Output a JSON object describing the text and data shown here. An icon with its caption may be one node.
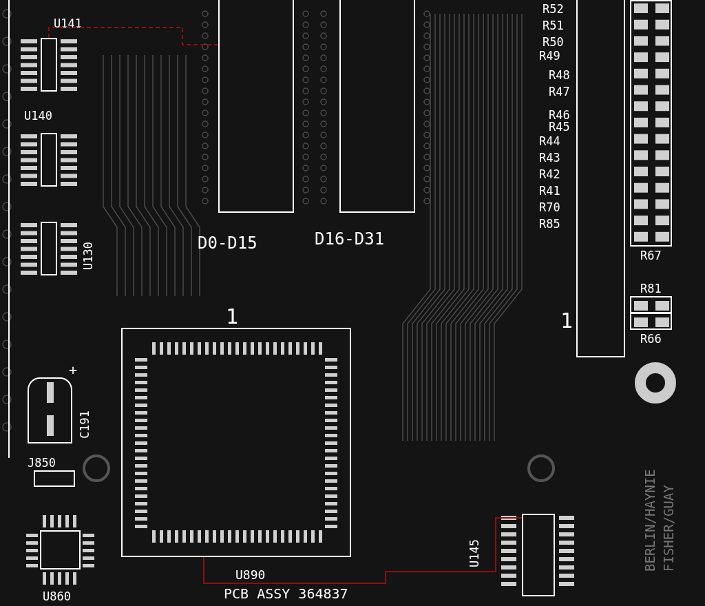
{
  "diagram": {
    "nodes": [
      {
        "text": [
          "D0-D15"
        ]
      },
      {
        "text": [
          "D16-D31"
        ]
      },
      {
        "text": [
          "1",
          "U890"
        ]
      },
      {
        "text": [
          "1"
        ]
      },
      {
        "text": [
          "R67"
        ]
      },
      {
        "text": [
          "R81"
        ]
      },
      {
        "text": [
          "R66"
        ]
      },
      {
        "text": [
          "U141"
        ]
      },
      {
        "text": [
          "U140"
        ]
      },
      {
        "text": [
          "U130"
        ]
      },
      {
        "text": [
          "+",
          "C191"
        ]
      },
      {
        "text": [
          "J850"
        ]
      },
      {
        "text": [
          "U860"
        ]
      },
      {
        "text": [
          "U145"
        ]
      }
    ],
    "edges": [
      {
        "from": 7,
        "to": 0,
        "arrow": "none",
        "style": "dashed",
        "color": "#8b1010"
      },
      {
        "from": 2,
        "to": 13,
        "arrow": "none",
        "color": "#8b1010"
      }
    ],
    "labels": [
      "R52",
      "R51",
      "R50",
      "R49",
      "R48",
      "R47",
      "R46",
      "R45",
      "R44",
      "R43",
      "R42",
      "R41",
      "R70",
      "R85",
      "BERLIN/HAYNIE",
      "FISHER/GUAY",
      "PCB ASSY 364837"
    ]
  }
}
